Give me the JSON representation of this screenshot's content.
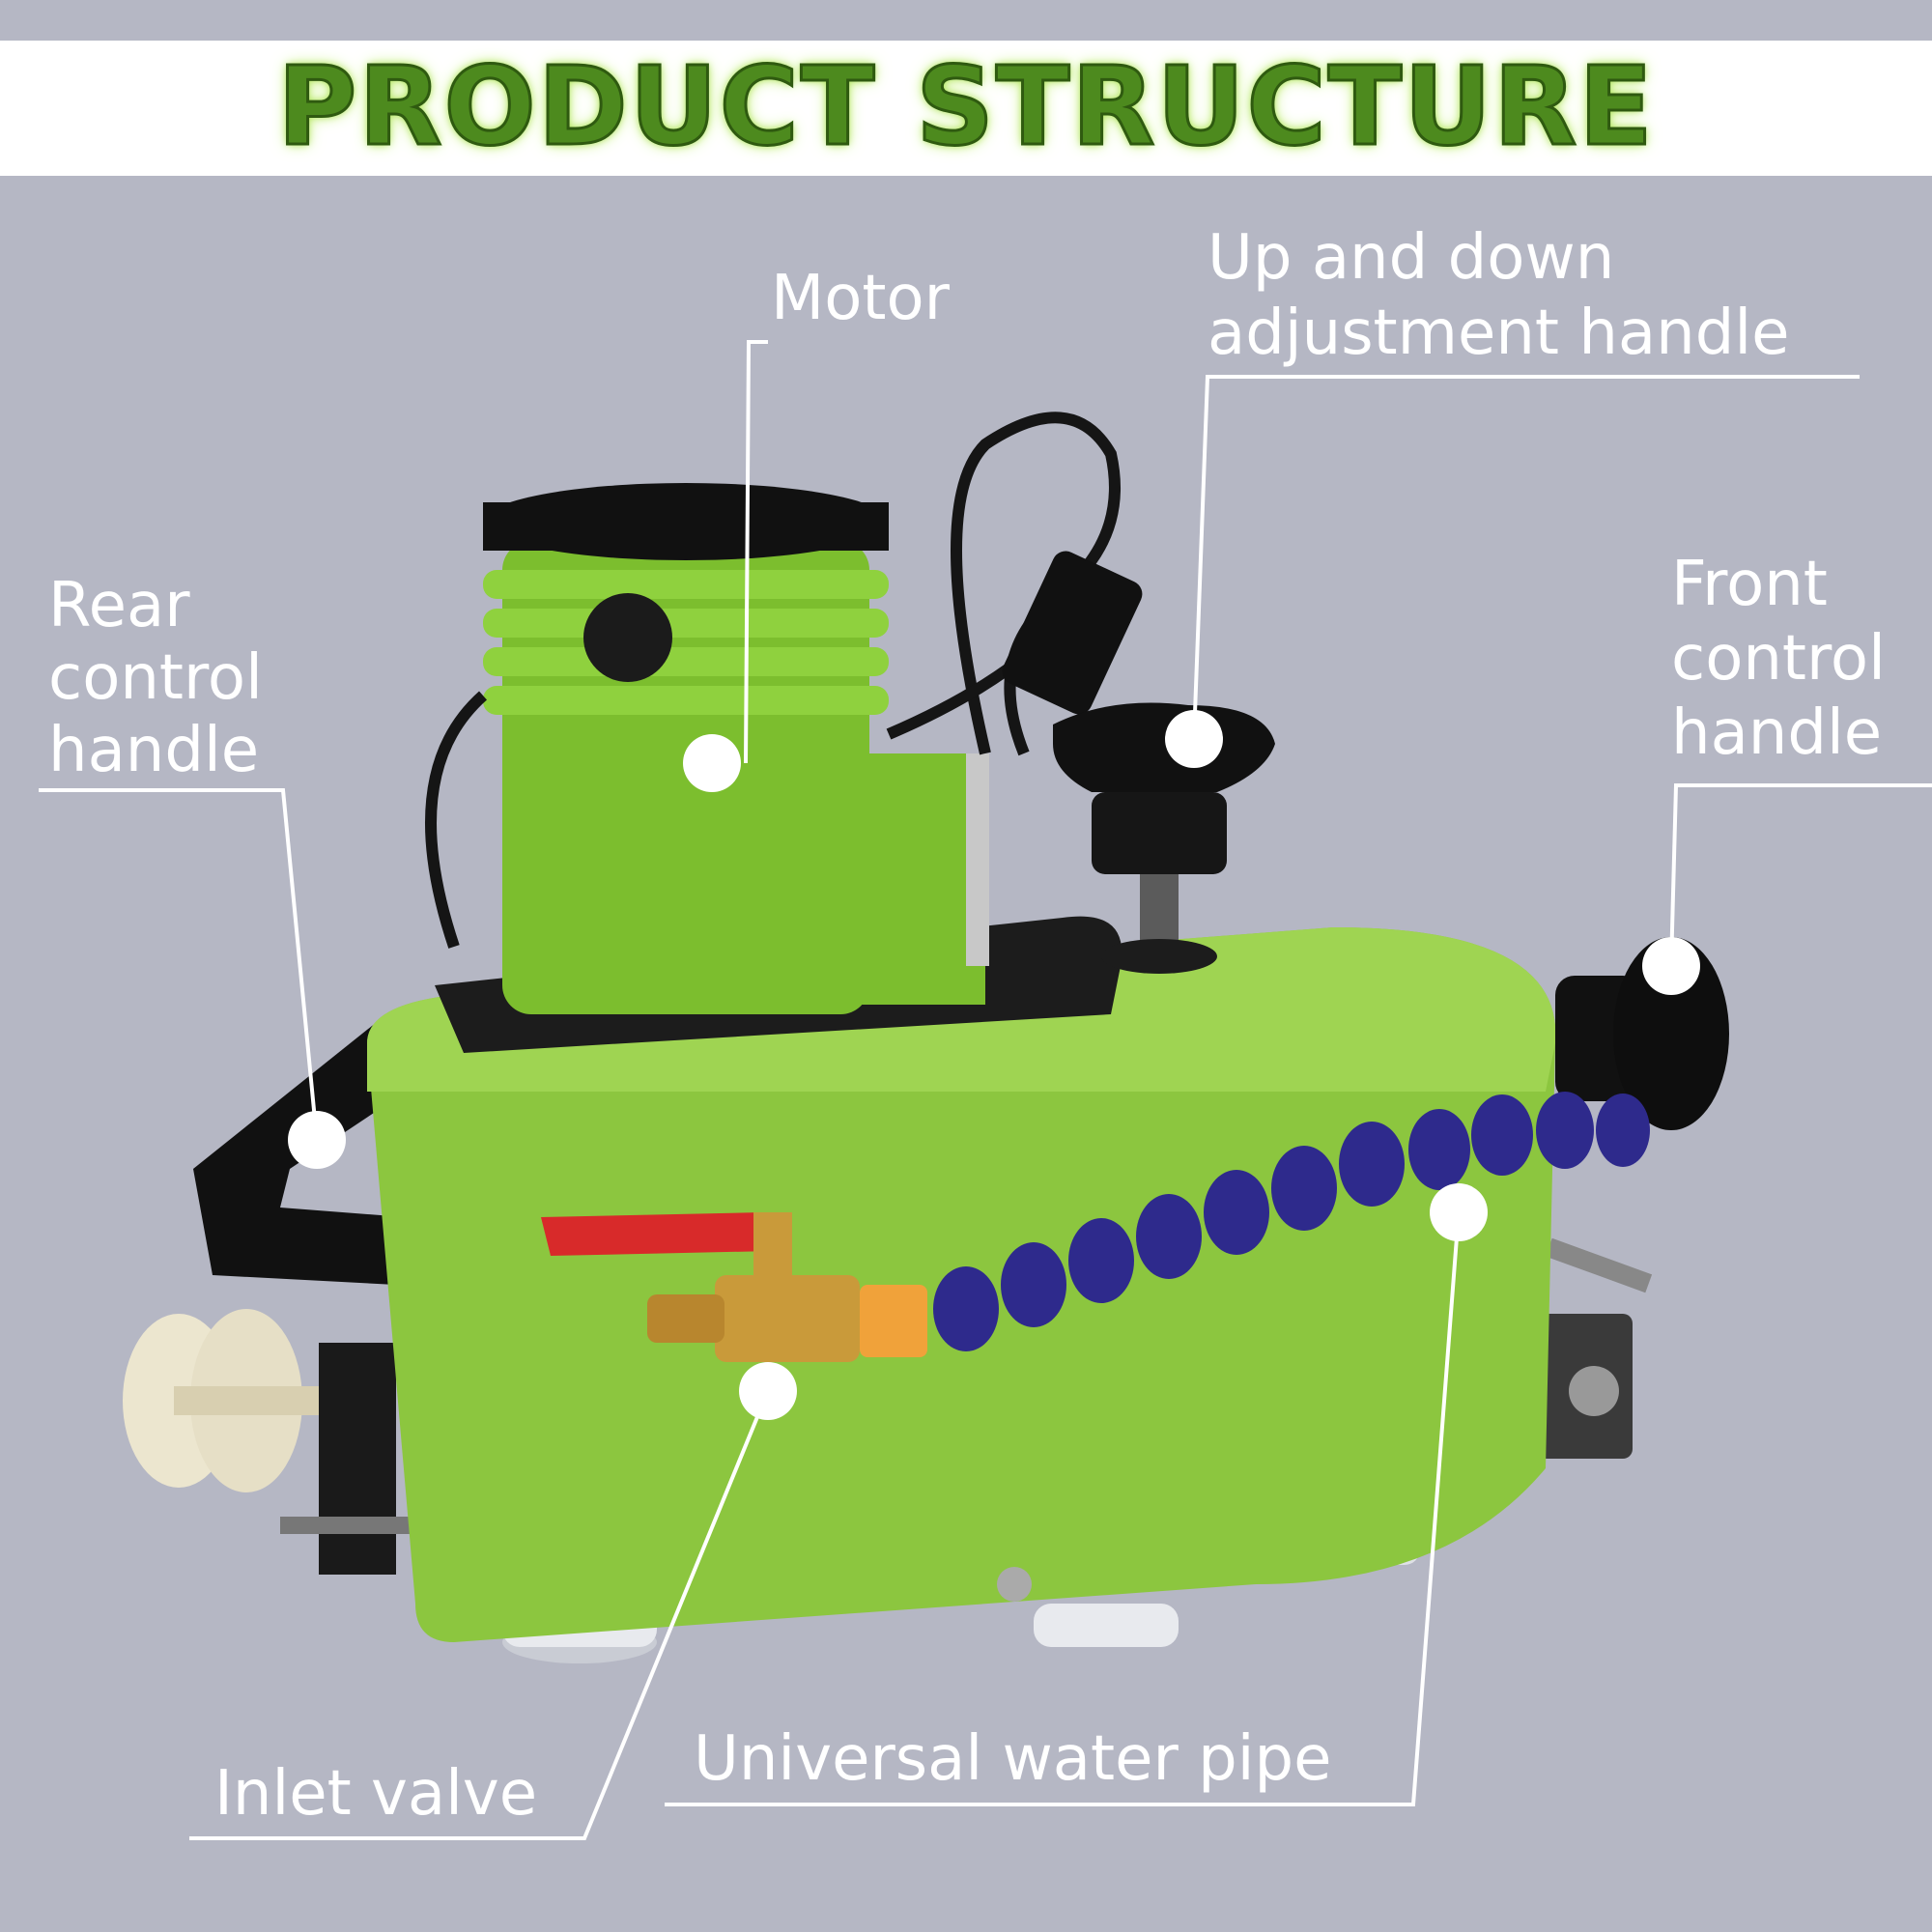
{
  "title": "PRODUCT STRUCTURE",
  "labels": {
    "motor": "Motor",
    "up_down_line1": "Up and down",
    "up_down_line2": "adjustment handle",
    "rear_line1": "Rear",
    "rear_line2": "control",
    "rear_line3": "handle",
    "front_line1": "Front",
    "front_line2": "control",
    "front_line3": "handle",
    "inlet_valve": "Inlet valve",
    "water_pipe": "Universal water pipe"
  },
  "colors": {
    "background": "#b5b7c4",
    "title_text": "#4d8a1e",
    "body_green": "#8cc63f",
    "callout_white": "#ffffff",
    "knob_black": "#111111",
    "hose_blue": "#2e2a8c",
    "valve_red": "#d82a2a",
    "brass": "#c99a3a",
    "wheel_cream": "#ece6cf"
  }
}
